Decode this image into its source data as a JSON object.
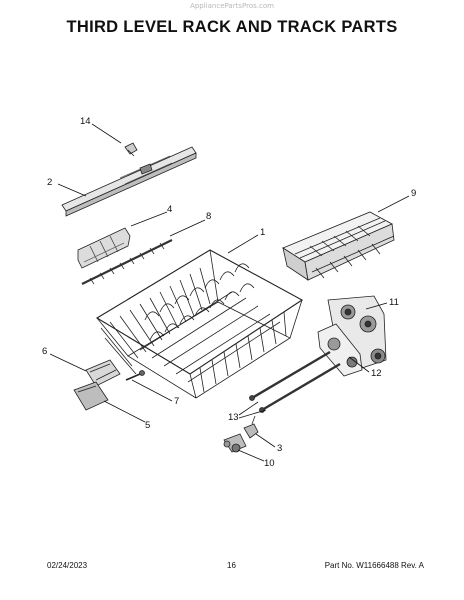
{
  "header": {
    "watermark": "AppliancePartsPros.com",
    "title": "THIRD LEVEL RACK AND TRACK PARTS"
  },
  "callouts": [
    "1",
    "2",
    "3",
    "4",
    "5",
    "6",
    "7",
    "8",
    "9",
    "10",
    "11",
    "12",
    "13",
    "14"
  ],
  "footer": {
    "date": "02/24/2023",
    "page": "16",
    "part_number": "Part No. W11666488  Rev. A"
  }
}
